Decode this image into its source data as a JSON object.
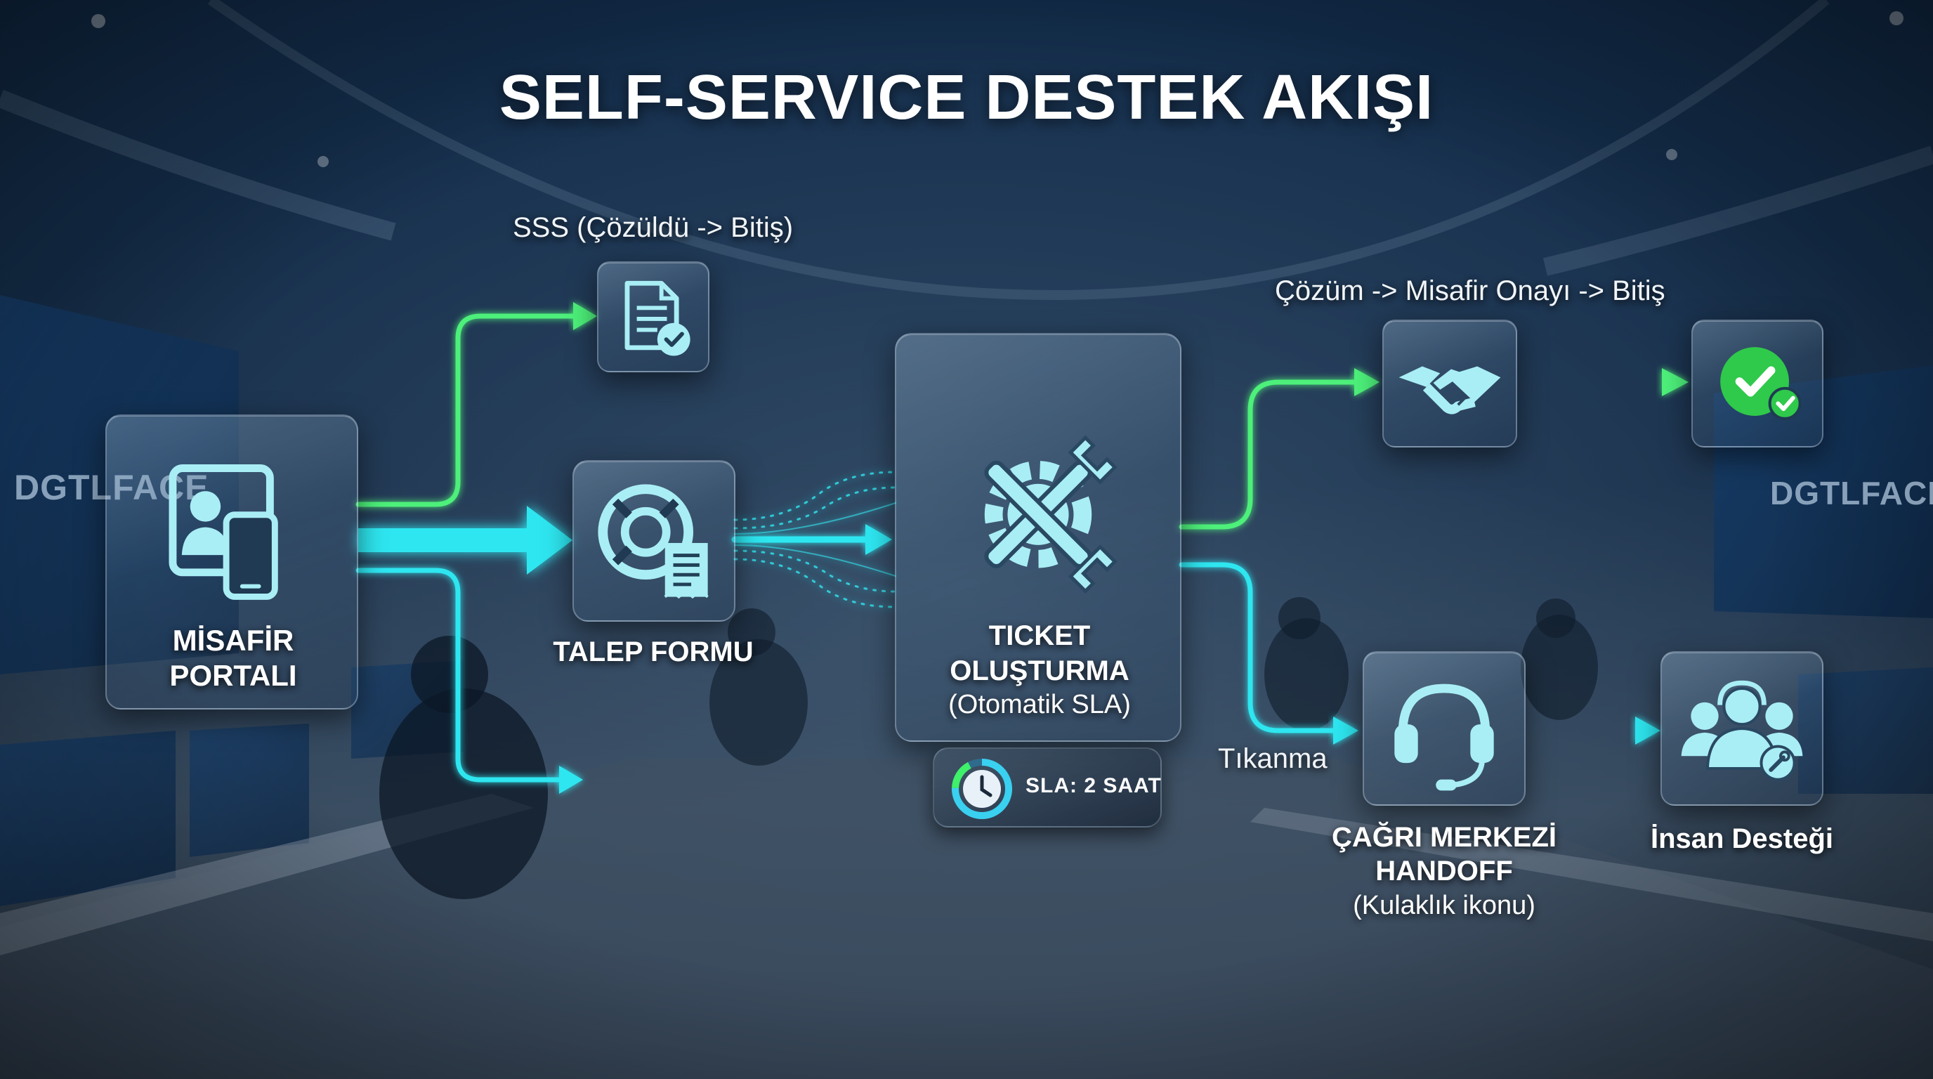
{
  "title": "SELF-SERVICE DESTEK AKIŞI",
  "brand": "DGTLFACE",
  "colors": {
    "flow_primary": "#2ee6f0",
    "flow_success": "#3ef06a",
    "icon": "#a9eef5",
    "success_badge": "#2fc94b"
  },
  "nodes": {
    "misafir_portali": {
      "label": "MİSAFİR\nPORTALI",
      "icon": "portal-icon"
    },
    "sss": {
      "label": "SSS (Çözüldü -> Bitiş)",
      "icon": "document-check-icon"
    },
    "talep_formu": {
      "label": "TALEP FORMU",
      "icon": "lifebuoy-form-icon"
    },
    "ticket": {
      "label": "TICKET\nOLUŞTURMA",
      "sublabel": "(Otomatik SLA)",
      "icon": "tools-gear-icon"
    },
    "sla": {
      "label": "SLA: 2 SAAT",
      "icon": "clock-ring-icon"
    },
    "cozum": {
      "label": "Çözüm -> Misafir Onayı -> Bitiş",
      "icon": "handshake-icon"
    },
    "onay": {
      "icon": "check-circle-icon"
    },
    "tikanma": {
      "label": "Tıkanma"
    },
    "cagri_merkezi": {
      "label": "ÇAĞRI MERKEZİ\nHANDOFF",
      "sublabel": "(Kulaklık ikonu)",
      "icon": "headset-icon"
    },
    "insan_destegi": {
      "label": "İnsan Desteği",
      "icon": "support-team-icon"
    }
  }
}
